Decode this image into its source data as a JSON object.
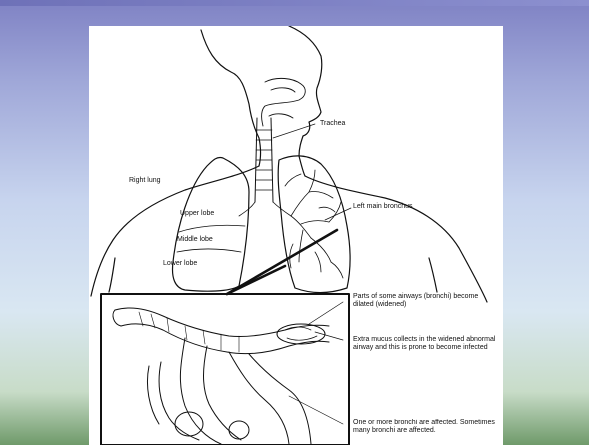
{
  "diagram": {
    "labels": {
      "trachea": "Trachea",
      "right_lung": "Right lung",
      "upper_lobe": "Upper lobe",
      "middle_lobe": "Middle lobe",
      "lower_lobe": "Lower lobe",
      "left_main_bronchus": "Left main bronchus",
      "dilated_airway": "Parts of some airways (bronchi) become dilated (widened)",
      "extra_mucus": "Extra mucus collects in the widened abnormal airway and this is prone to become infected",
      "bronchi_affected": "One or more bronchi are affected. Sometimes many bronchi are affected."
    }
  },
  "colors": {
    "background_top": "#7f82c4",
    "background_bottom": "#6f9a6a",
    "panel": "#ffffff",
    "ink": "#111111"
  }
}
